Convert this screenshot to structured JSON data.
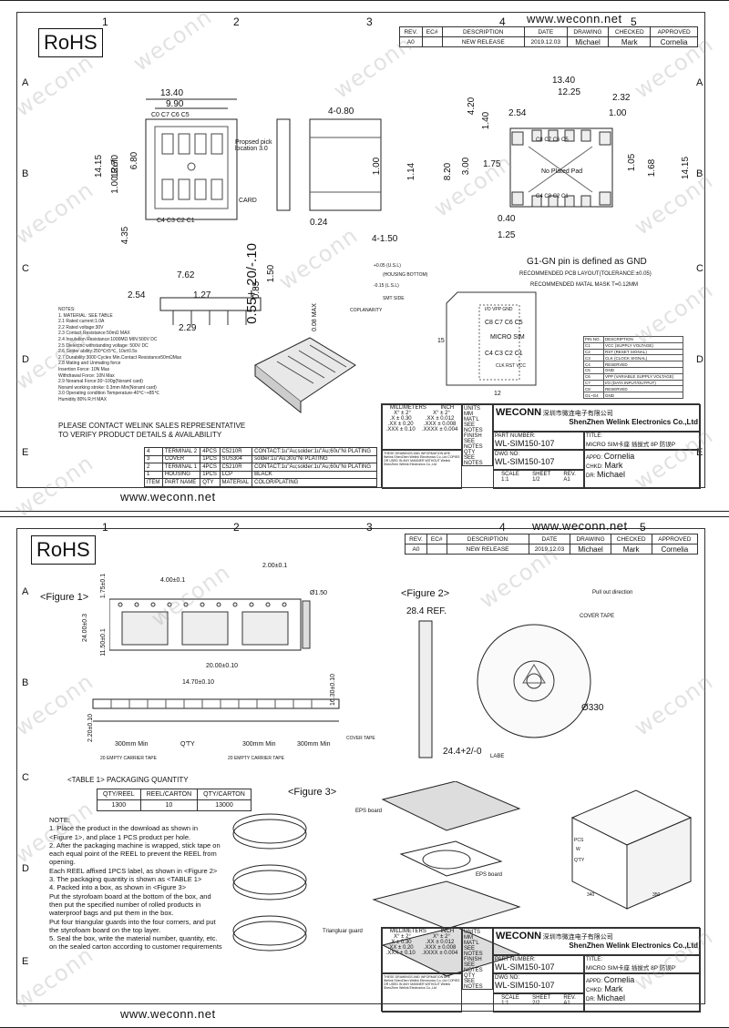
{
  "branding": {
    "url": "www.weconn.net",
    "rohs": "RoHS",
    "watermark": "weconn",
    "company_cn": "深圳市微连电子有限公司",
    "company_en": "ShenZhen Welink Electronics Co.,Ltd",
    "logo": "WECONN"
  },
  "zones": {
    "columns": [
      "1",
      "2",
      "3",
      "4",
      "5"
    ],
    "rows": [
      "A",
      "B",
      "C",
      "D",
      "E"
    ]
  },
  "revision": {
    "headers": [
      "REV.",
      "EC#",
      "DESCRIPTION",
      "DATE",
      "DRAWING",
      "CHECKED",
      "APPROVED"
    ],
    "row": [
      "A0",
      "",
      "NEW RELEASE",
      "2019.12.03",
      "Michael",
      "Mark",
      "Cornelia"
    ]
  },
  "title_block": {
    "part_number_label": "PART NUMBER:",
    "part_number": "WL-SIM150-107",
    "dwg_no_label": "DWG NO:",
    "dwg_no": "WL-SIM150-107",
    "title_label": "TITLE:",
    "title": "MICRO SIM卡座 插拔式 8P 防误P",
    "appd_label": "APPD:",
    "appd": "Cornelia",
    "chkd_label": "CHKD:",
    "chkd": "Mark",
    "dr_label": "DR:",
    "dr": "Michael",
    "scale_label": "SCALE",
    "scale": "1:1",
    "sheet_label": "SHEET",
    "sheet1": "1/2",
    "sheet2": "2/2",
    "rev_label": "REV.",
    "rev": "A1",
    "units_label": "UNITS",
    "units": "MM",
    "matl_label": "MAT'L",
    "matl": "SEE NOTES",
    "finish_label": "FINISH",
    "finish": "SEE NOTES",
    "qty_label": "QTY",
    "qty": "SEE NOTES",
    "tol_head": [
      "MILLIMETERS",
      "INCH"
    ],
    "tol_rows": [
      [
        "X° ± 2°",
        "X° ± 2°"
      ],
      [
        ".X ± 0.30",
        ".XX ± 0.012"
      ],
      [
        ".XX ± 0.20",
        ".XXX ± 0.008"
      ],
      [
        ".XXX ± 0.10",
        ".XXXX ± 0.004"
      ]
    ],
    "disclaimer": "THESE DRAWINGS AND INFORMATION ARE Welink ShenZhen Welink Electronics Co.,Ltd COPIES OR USED IN ANY MANNER WITHOUT Welink ShenZhen Welink Electronics Co.,Ltd"
  },
  "sheet1": {
    "dims": [
      "13.40",
      "9.90",
      "14.15",
      "12.70",
      "6.80",
      "1.00 Ref.",
      "4.35",
      "4-0.80",
      "1.00",
      "1.14",
      "0.24",
      "4-1.50",
      "13.40",
      "12.25",
      "2.32",
      "2.54",
      "1.00",
      "4.20",
      "1.40",
      "1.75",
      "3.00",
      "8.20",
      "1.05",
      "1.68",
      "14.15",
      "0.40",
      "1.25",
      "7.62",
      "2.54",
      "1.27",
      "2.29",
      "0.55+.20/-.10",
      "0.85",
      "1.50",
      "0.08 MAX",
      "15",
      "12"
    ],
    "labels": {
      "pick": "Propsed pick location 3.0",
      "card": "CARD",
      "gnd": "G1-GN pin is defined as GND",
      "pcb": "RECOMMENDED PCB LAYOUT(TOLERANCE:±0.05)",
      "mask": "RECOMMENDED MATAL MASK T=0.12MM",
      "housing_bottom": "(HOUSING BOTTOM)",
      "smt": "SMT SIDE",
      "coplanarity": "COPLANARITY",
      "u1": "+0.05 (U.S.L)",
      "u2": "-0.15 (L.S.L)",
      "micro_sim": "MICRO SIM",
      "no_pad": "No Plated Pad",
      "contact_top": [
        "C8",
        "C7",
        "C6",
        "C5"
      ],
      "contact_bot": [
        "C4",
        "C3",
        "C2",
        "C1"
      ],
      "sim_top": [
        "I/O",
        "VPP",
        "GND"
      ],
      "sim_bot": [
        "CLK",
        "RST",
        "VCC"
      ],
      "contacts_c": [
        "C0",
        "C7",
        "C6",
        "C5"
      ],
      "contacts_d": [
        "C4",
        "C3",
        "C2",
        "C1"
      ]
    },
    "notes": [
      "NOTES:",
      "1. MATERIAL: SEE TABLE",
      "2.1 Rated current:1.0A",
      "2.2 Rated voltage:30V",
      "2.3 Contact Resistance:50mΩ MAX",
      "2.4 Insulation Resistance:1000MΩ MIN 500V DC",
      "2.5 Dielectric withstanding voltage: 500V DC",
      "2.6 Solder ability:250℃±5℃, 10s±0.5s",
      "2.7 Durability:3000 Cycles Min.Contact Resistance50mΩMax",
      "2.8 Mating and Unmating force",
      "   Insertion Force: 10N Max",
      "   Withdrawal Force: 10N Max",
      "2.9 Noramal Force:30~100g(Noraml card)",
      "   Noraml working stroke: 0.3mm Min(Noraml card)",
      "3.0 Operating condition Temperature-40℃~+85℃",
      "   Humidity 80% R.H MAX"
    ],
    "contact_msg": [
      "PLEASE CONTACT WELINK SALES REPRESENTATIVE",
      "TO VERIFY PRODUCT DETAILS & AVAILABILITY"
    ],
    "bom": [
      [
        "4",
        "TERMINAL 2",
        "4PCS",
        "C5210R",
        "CONTACT:1u\"Au;solder:1u\"Au;60u\"Ni PLATING"
      ],
      [
        "3",
        "COVER",
        "1PCS",
        "SUS304",
        "solder:1u\"Au;30u\"Ni PLATING"
      ],
      [
        "2",
        "TERMINAL 1",
        "4PCS",
        "C5210R",
        "CONTACT:1u\"Au;solder:1u\"Au;60u\"Ni PLATING"
      ],
      [
        "1",
        "HOUSING",
        "1PCS",
        "LCP",
        "BLACK"
      ],
      [
        "ITEM",
        "PART NAME",
        "QTY",
        "MATERIAL",
        "COLOR/PLATING"
      ]
    ],
    "pins": [
      [
        "PIN NO.",
        "DESCRIPTION"
      ],
      [
        "C1",
        "VCC (SUPPLY VOLTAGE)"
      ],
      [
        "C2",
        "RST (RESET SIGNAL)"
      ],
      [
        "C3",
        "CLK (CLOCK SIGNAL)"
      ],
      [
        "C4",
        "RESERVED"
      ],
      [
        "C5",
        "GND"
      ],
      [
        "C6",
        "VPP (VARIABLE SUPPLY VOLTAGE)"
      ],
      [
        "C7",
        "I/O (DATA INPUT/OUTPUT)"
      ],
      [
        "C8",
        "RESERVED"
      ],
      [
        "G1~G4",
        "GND"
      ]
    ]
  },
  "sheet2": {
    "figures": [
      "<Figure 1>",
      "<Figure 2>",
      "<Figure 3>"
    ],
    "dims": [
      "1.75±0.1",
      "4.00±0.1",
      "2.00±0.1",
      "Ø1.50",
      "24.00±0.3",
      "11.50±0.1",
      "20.00±0.10",
      "14.70±0.10",
      "16.30±0.10",
      "2.20±0.10",
      "28.4 REF.",
      "Ø330",
      "24.4+2/-0"
    ],
    "labels": {
      "pull": "Pull out direction",
      "cover_tape": "COVER TAPE",
      "cover_tape2": "COVER TAPE",
      "labe": "LABE",
      "tape_row": [
        "300mm Min",
        "Q'TY",
        "300mm Min",
        "300mm Min"
      ],
      "empty": [
        "20 EMPTY CARRIER TAPE",
        "20 EMPTY CARRIER TAPE"
      ],
      "eps": "EPS board",
      "eps2": "EPS board",
      "tri": "Triangluar guard",
      "box": [
        "PCS",
        "W",
        "Q'TY"
      ],
      "box_dims": [
        "340",
        "350"
      ]
    },
    "table_title": "<TABLE 1> PACKAGING QUANTITY",
    "pack": {
      "headers": [
        "QTY/REEL",
        "REEL/CARTON",
        "QTY/CARTON"
      ],
      "row": [
        "1300",
        "10",
        "13000"
      ]
    },
    "notes": [
      "NOTE:",
      "1. Place the product in the download as shown in <Figure 1>, and place 1 PCS product per hole.",
      "2. After the packaging machine is wrapped, stick tape on each equal point of the REEL to prevent the REEL from opening.",
      "   Each REEL affixed 1PCS label, as shown in <Figure 2>",
      "3. The packaging quantity is shown as <TABLE 1>",
      "4. Packed into a box, as shown in <Figure 3>",
      "   Put the styrofoam board at the bottom of the box, and then put the specified number of rolled products in waterproof bags and put them in the box.",
      "   Put four triangular guards into the four corners, and put the styrofoam board on the top layer.",
      "5. Seal the box, write the material number, quantity, etc. on the sealed carton according to customer requirements"
    ]
  }
}
